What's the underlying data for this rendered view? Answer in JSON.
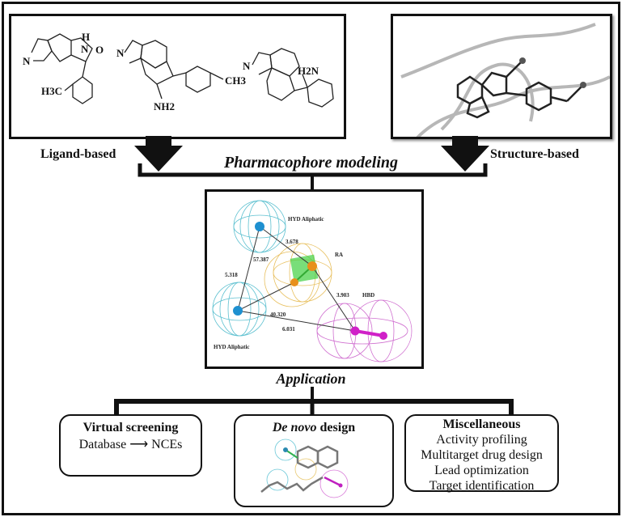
{
  "labels": {
    "ligand_based": "Ligand-based",
    "structure_based": "Structure-based",
    "pharmacophore_modeling": "Pharmacophore modeling",
    "application": "Application"
  },
  "ligand_structures": {
    "mol1": {
      "n": "N",
      "h": "H",
      "nh": "N",
      "o": "O",
      "methyl": "H3C"
    },
    "mol2": {
      "n": "N",
      "methyl": "CH3",
      "amine": "NH2"
    },
    "mol3": {
      "n": "N",
      "amine": "H2N"
    }
  },
  "pharmacophore_model": {
    "features": [
      {
        "name": "HYD Aliphatic",
        "color": "#1e90d0"
      },
      {
        "name": "RA",
        "color": "#e8901a"
      },
      {
        "name": "HBD",
        "color": "#d020c8"
      },
      {
        "name": "HYD Aliphatic",
        "color": "#1e90d0"
      }
    ],
    "distances": [
      "3.678",
      "5.318",
      "3.903",
      "6.031"
    ],
    "angles": [
      "57.387",
      "40.320"
    ]
  },
  "applications": {
    "virtual_screening": {
      "title": "Virtual screening",
      "from": "Database",
      "to": "NCEs"
    },
    "de_novo": {
      "title_italic": "De novo",
      "title_rest": " design"
    },
    "misc": {
      "title": "Miscellaneous",
      "items": [
        "Activity profiling",
        "Multitarget drug design",
        "Lead optimization",
        "Target identification"
      ]
    }
  }
}
